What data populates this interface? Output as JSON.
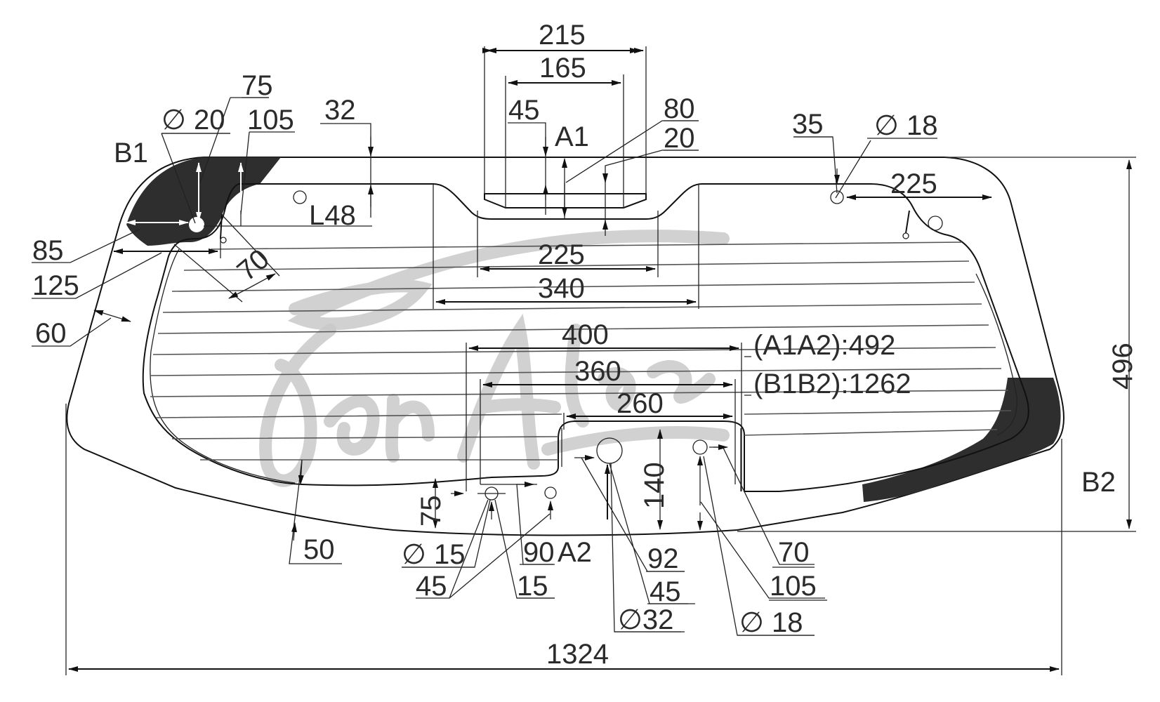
{
  "drawing": {
    "title": "Rear windshield dimension drawing",
    "watermark": "Бон Алва",
    "colors": {
      "ink": "#111111",
      "text": "#2b2b2b",
      "shade": "#2e2e2e",
      "watermark": "#c9c9c9"
    }
  },
  "points": {
    "b1": "B1",
    "b2": "B2",
    "a1": "A1",
    "a2": "A2"
  },
  "top_dims": {
    "d215": "215",
    "d165": "165",
    "d45": "45",
    "d80": "80",
    "d20": "20",
    "d225_center": "225",
    "d340": "340"
  },
  "left_dims": {
    "d75": "75",
    "dia20": "∅ 20",
    "d105": "105",
    "d32": "32",
    "l48": "L48",
    "d85": "85",
    "d125": "125",
    "d70": "70",
    "d60": "60"
  },
  "right_dims": {
    "d35": "35",
    "dia18_top": "∅ 18",
    "d225_right": "225",
    "d496": "496"
  },
  "center_dims": {
    "d400": "400",
    "d360": "360",
    "d260": "260",
    "d140": "140"
  },
  "diagonals": {
    "a1a2": "(A1A2):492",
    "b1b2": "(B1B2):1262"
  },
  "bottom_dims": {
    "d50": "50",
    "d75b": "75",
    "dia15": "∅ 15",
    "d45a": "45",
    "d90": "90",
    "d15": "15",
    "d92": "92",
    "d45b": "45",
    "dia32": "∅32",
    "d70b": "70",
    "d105b": "105",
    "dia18b": "∅ 18",
    "d1324": "1324"
  }
}
